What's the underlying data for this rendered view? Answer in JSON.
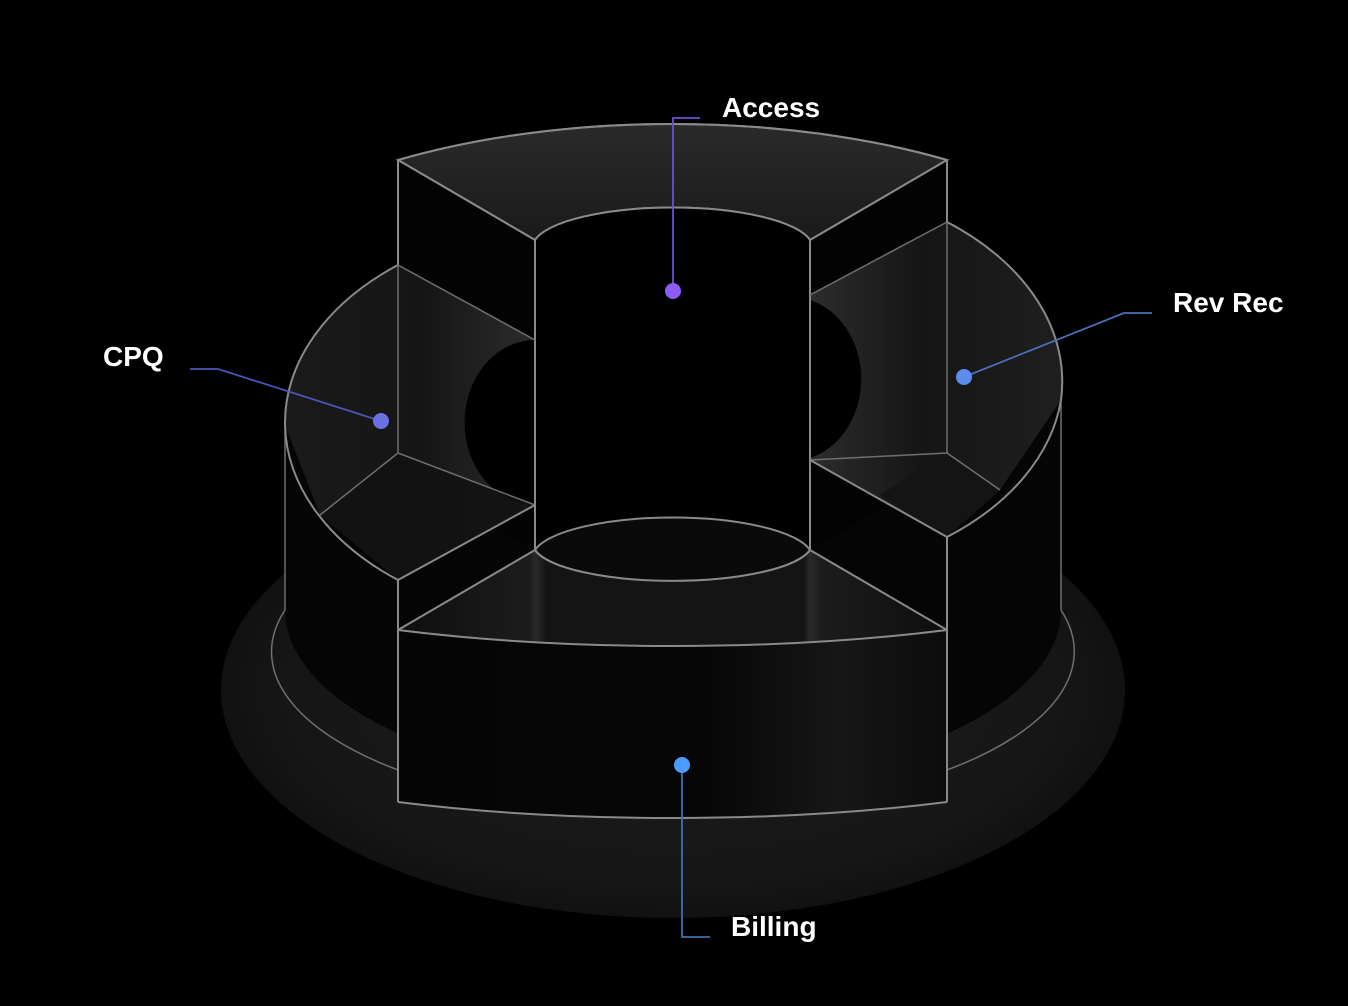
{
  "diagram": {
    "segments": [
      {
        "id": "access",
        "label": "Access",
        "color": "#8b5cf6"
      },
      {
        "id": "rev_rec",
        "label": "Rev Rec",
        "color": "#5b8def"
      },
      {
        "id": "cpq",
        "label": "CPQ",
        "color": "#6b6fe0"
      },
      {
        "id": "billing",
        "label": "Billing",
        "color": "#4c9bff"
      }
    ]
  }
}
